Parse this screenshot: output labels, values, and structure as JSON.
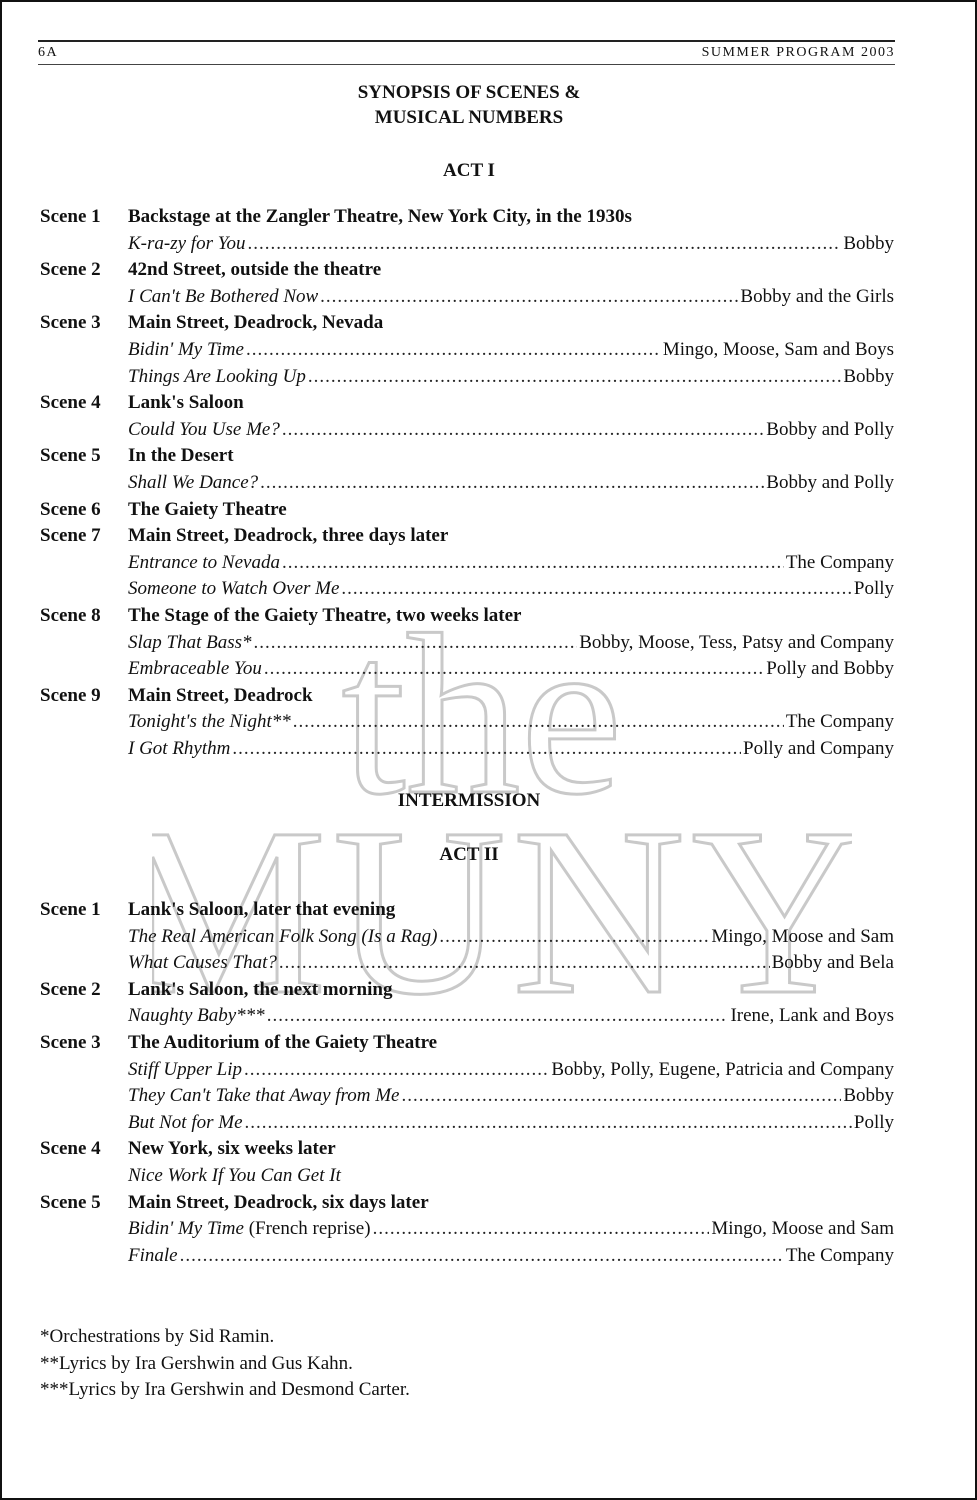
{
  "header": {
    "page": "6A",
    "program": "SUMMER PROGRAM 2003"
  },
  "title": {
    "line1": "SYNOPSIS OF SCENES &",
    "line2": "MUSICAL NUMBERS"
  },
  "watermark": {
    "line1": "the",
    "line2": "MUNY"
  },
  "act1": {
    "heading": "ACT I",
    "scenes": [
      {
        "label": "Scene 1",
        "title": "Backstage at the Zangler Theatre, New York City, in the 1930s",
        "songs": [
          {
            "name": "K-ra-zy for You",
            "performer": "Bobby"
          }
        ]
      },
      {
        "label": "Scene 2",
        "title": "42nd Street, outside the theatre",
        "songs": [
          {
            "name": "I Can't Be Bothered Now",
            "performer": "Bobby and the Girls"
          }
        ]
      },
      {
        "label": "Scene 3",
        "title": "Main Street, Deadrock, Nevada",
        "songs": [
          {
            "name": "Bidin' My Time",
            "performer": "Mingo, Moose, Sam and Boys"
          },
          {
            "name": "Things Are Looking Up",
            "performer": "Bobby"
          }
        ]
      },
      {
        "label": "Scene 4",
        "title": "Lank's Saloon",
        "songs": [
          {
            "name": "Could You Use Me?",
            "performer": "Bobby and Polly"
          }
        ]
      },
      {
        "label": "Scene 5",
        "title": "In the Desert",
        "songs": [
          {
            "name": "Shall We Dance?",
            "performer": "Bobby and Polly"
          }
        ]
      },
      {
        "label": "Scene 6",
        "title": "The Gaiety Theatre",
        "songs": []
      },
      {
        "label": "Scene 7",
        "title": "Main Street, Deadrock, three days later",
        "songs": [
          {
            "name": "Entrance to Nevada",
            "performer": "The Company"
          },
          {
            "name": "Someone to Watch Over Me",
            "performer": "Polly"
          }
        ]
      },
      {
        "label": "Scene 8",
        "title": "The Stage of the Gaiety Theatre, two weeks later",
        "songs": [
          {
            "name": "Slap That Bass*",
            "performer": "Bobby, Moose, Tess, Patsy and Company"
          },
          {
            "name": "Embraceable You",
            "performer": "Polly and Bobby"
          }
        ]
      },
      {
        "label": "Scene 9",
        "title": "Main Street, Deadrock",
        "songs": [
          {
            "name": "Tonight's the Night**",
            "performer": "The Company"
          },
          {
            "name": "I Got Rhythm",
            "performer": "Polly and Company"
          }
        ]
      }
    ]
  },
  "intermission": "INTERMISSION",
  "act2": {
    "heading": "ACT II",
    "scenes": [
      {
        "label": "Scene 1",
        "title": "Lank's Saloon, later that evening",
        "songs": [
          {
            "name": "The Real American Folk Song (Is a Rag)",
            "performer": "Mingo, Moose and Sam"
          },
          {
            "name": "What Causes That?",
            "performer": "Bobby and Bela"
          }
        ]
      },
      {
        "label": "Scene 2",
        "title": "Lank's Saloon, the next morning",
        "songs": [
          {
            "name": "Naughty Baby***",
            "performer": "Irene, Lank and Boys"
          }
        ]
      },
      {
        "label": "Scene 3",
        "title": "The Auditorium of the Gaiety Theatre",
        "songs": [
          {
            "name": "Stiff Upper Lip",
            "performer": "Bobby, Polly, Eugene, Patricia and Company"
          },
          {
            "name": "They Can't Take that Away from Me",
            "performer": "Bobby"
          },
          {
            "name": "But Not for Me",
            "performer": "Polly"
          }
        ]
      },
      {
        "label": "Scene 4",
        "title": "New York, six weeks later",
        "songs": [
          {
            "name": "Nice Work If You Can Get It",
            "performer": ""
          }
        ]
      },
      {
        "label": "Scene 5",
        "title": "Main Street, Deadrock, six days later",
        "songs": [
          {
            "name": "Bidin' My Time",
            "suffix": " (French reprise)",
            "performer": "Mingo, Moose and Sam"
          },
          {
            "name": "Finale",
            "performer": "The Company"
          }
        ]
      }
    ]
  },
  "footnotes": [
    "*Orchestrations by Sid Ramin.",
    "**Lyrics by Ira Gershwin and Gus Kahn.",
    "***Lyrics by Ira Gershwin and Desmond Carter."
  ]
}
